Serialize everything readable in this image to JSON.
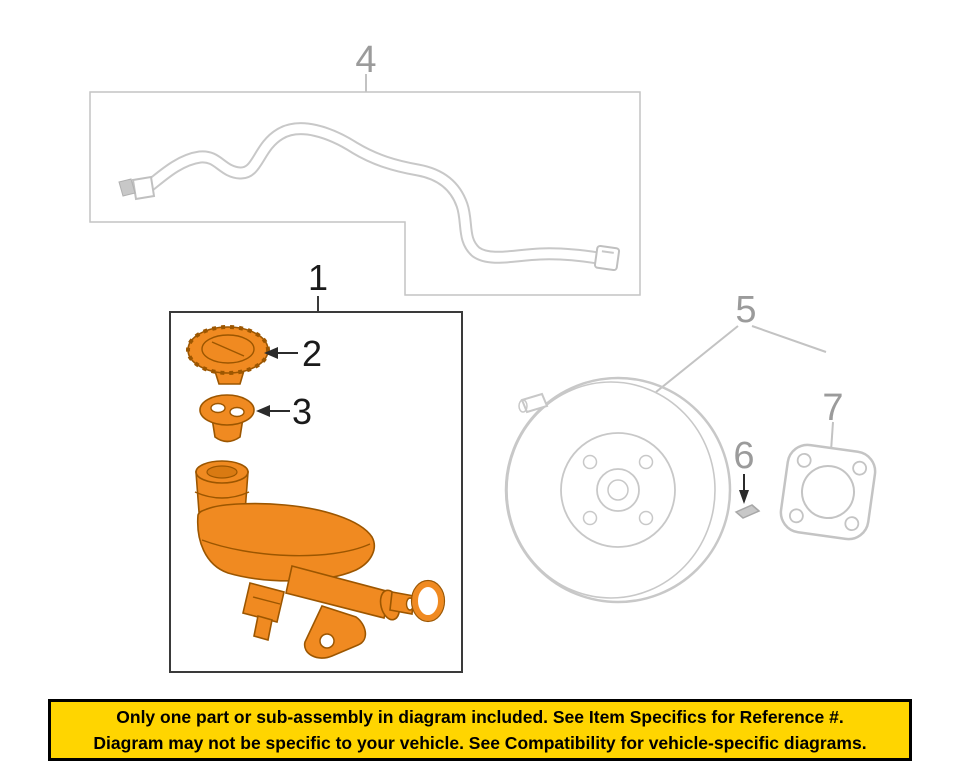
{
  "callouts": {
    "c1": "1",
    "c2": "2",
    "c3": "3",
    "c4": "4",
    "c5": "5",
    "c6": "6",
    "c7": "7"
  },
  "banner": {
    "line1": "Only one part or sub-assembly in diagram included. See Item Specifics for Reference #.",
    "line2": "Diagram may not be specific to your vehicle. See Compatibility for vehicle-specific diagrams."
  },
  "colors": {
    "highlight_orange": "#F08A21",
    "highlight_outline": "#9C5600",
    "reference_gray": "#C8C8C8",
    "callout_gray": "#9B9B9B",
    "callout_black": "#1A1A1A",
    "banner_yellow": "#FFD500",
    "banner_border": "#000000",
    "banner_text": "#000000"
  }
}
